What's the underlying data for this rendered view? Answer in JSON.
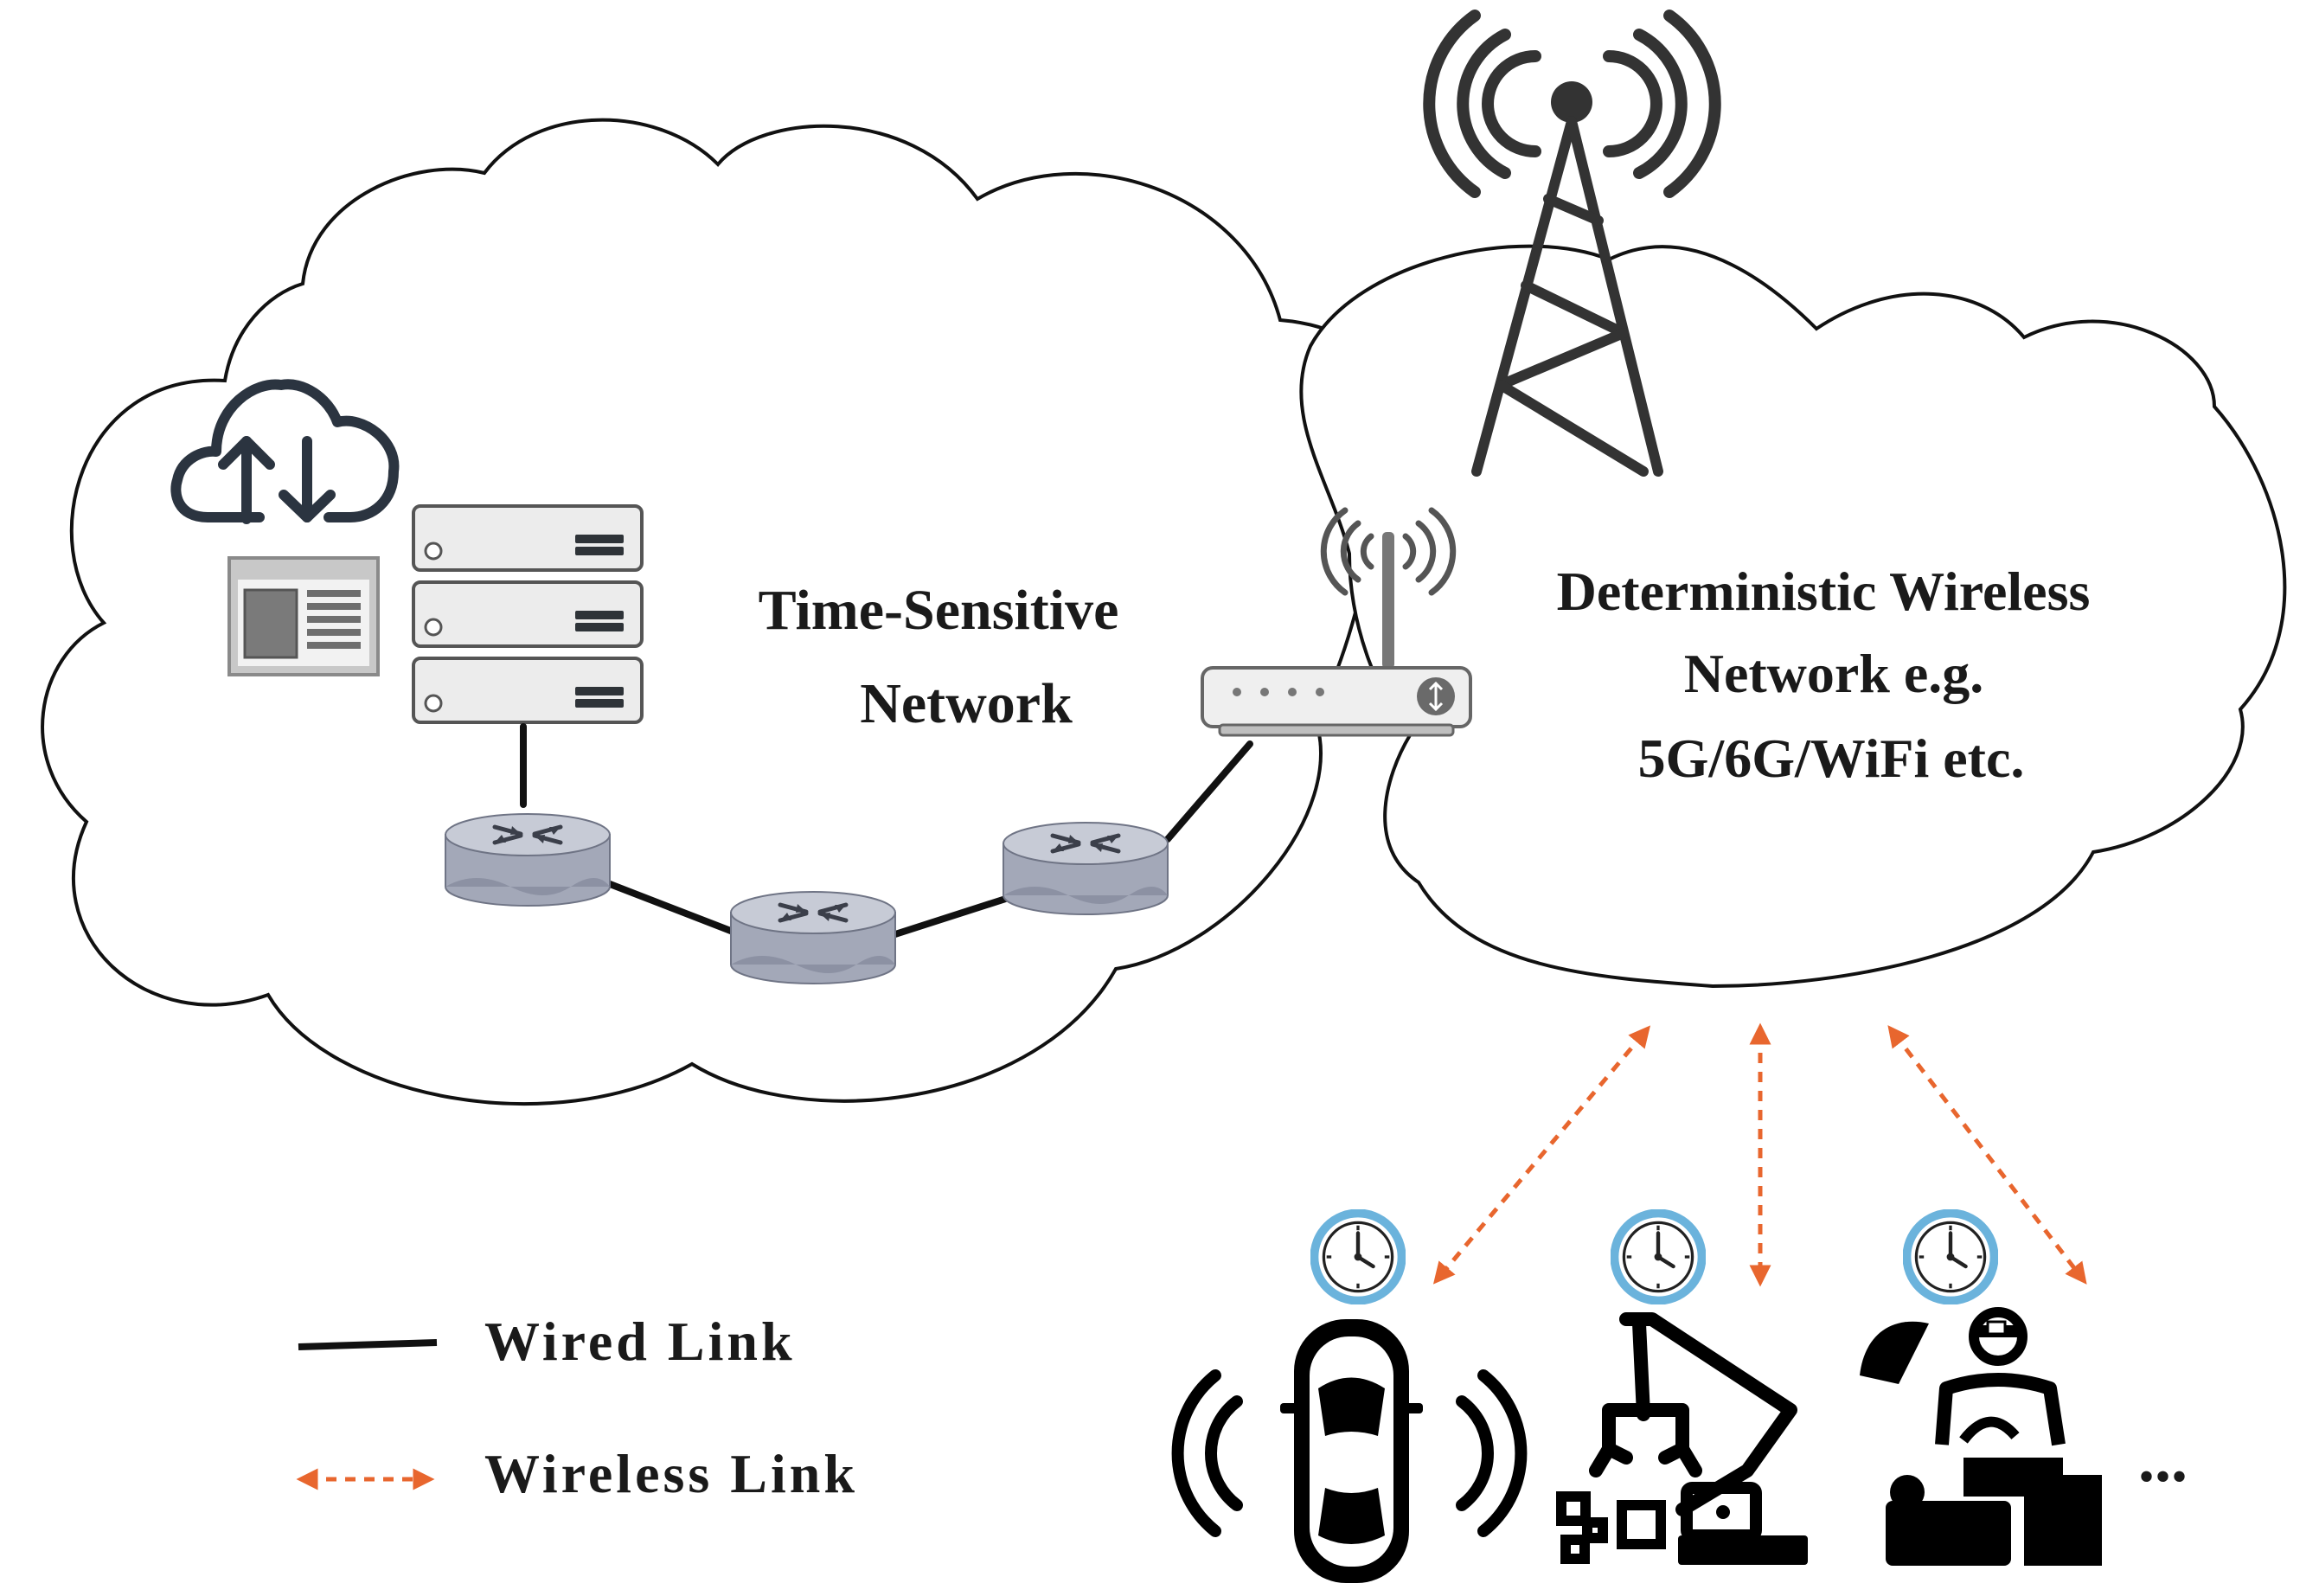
{
  "tsn_cloud": {
    "line1": "Time-Sensitive",
    "line2": "Network"
  },
  "wireless_cloud": {
    "line1": "Deterministic Wireless",
    "line2": "Network e.g.",
    "line3": "5G/6G/WiFi etc."
  },
  "legend": {
    "wired_label": "Wired Link",
    "wireless_label": "Wireless Link"
  },
  "devices": {
    "more": "..."
  },
  "colors": {
    "wired": "#111111",
    "wireless": "#e8662e",
    "clock_ring": "#6bb3dc",
    "router_body": "#a3a8b8",
    "server_body": "#ececec"
  }
}
